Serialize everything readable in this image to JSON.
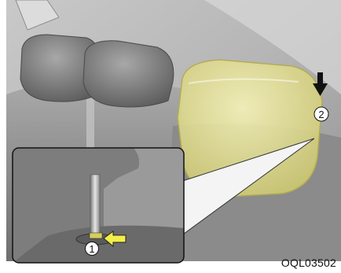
{
  "figure": {
    "callouts": [
      "1",
      "2"
    ],
    "image_code": "OQL03502",
    "colors": {
      "highlight": "#e8e49a",
      "highlight_stroke": "#b3ac4f",
      "arrow": "#111111",
      "press_arrow": "#f2ee4a"
    },
    "icons": [
      "down-arrow-icon",
      "press-arrow-icon"
    ]
  }
}
